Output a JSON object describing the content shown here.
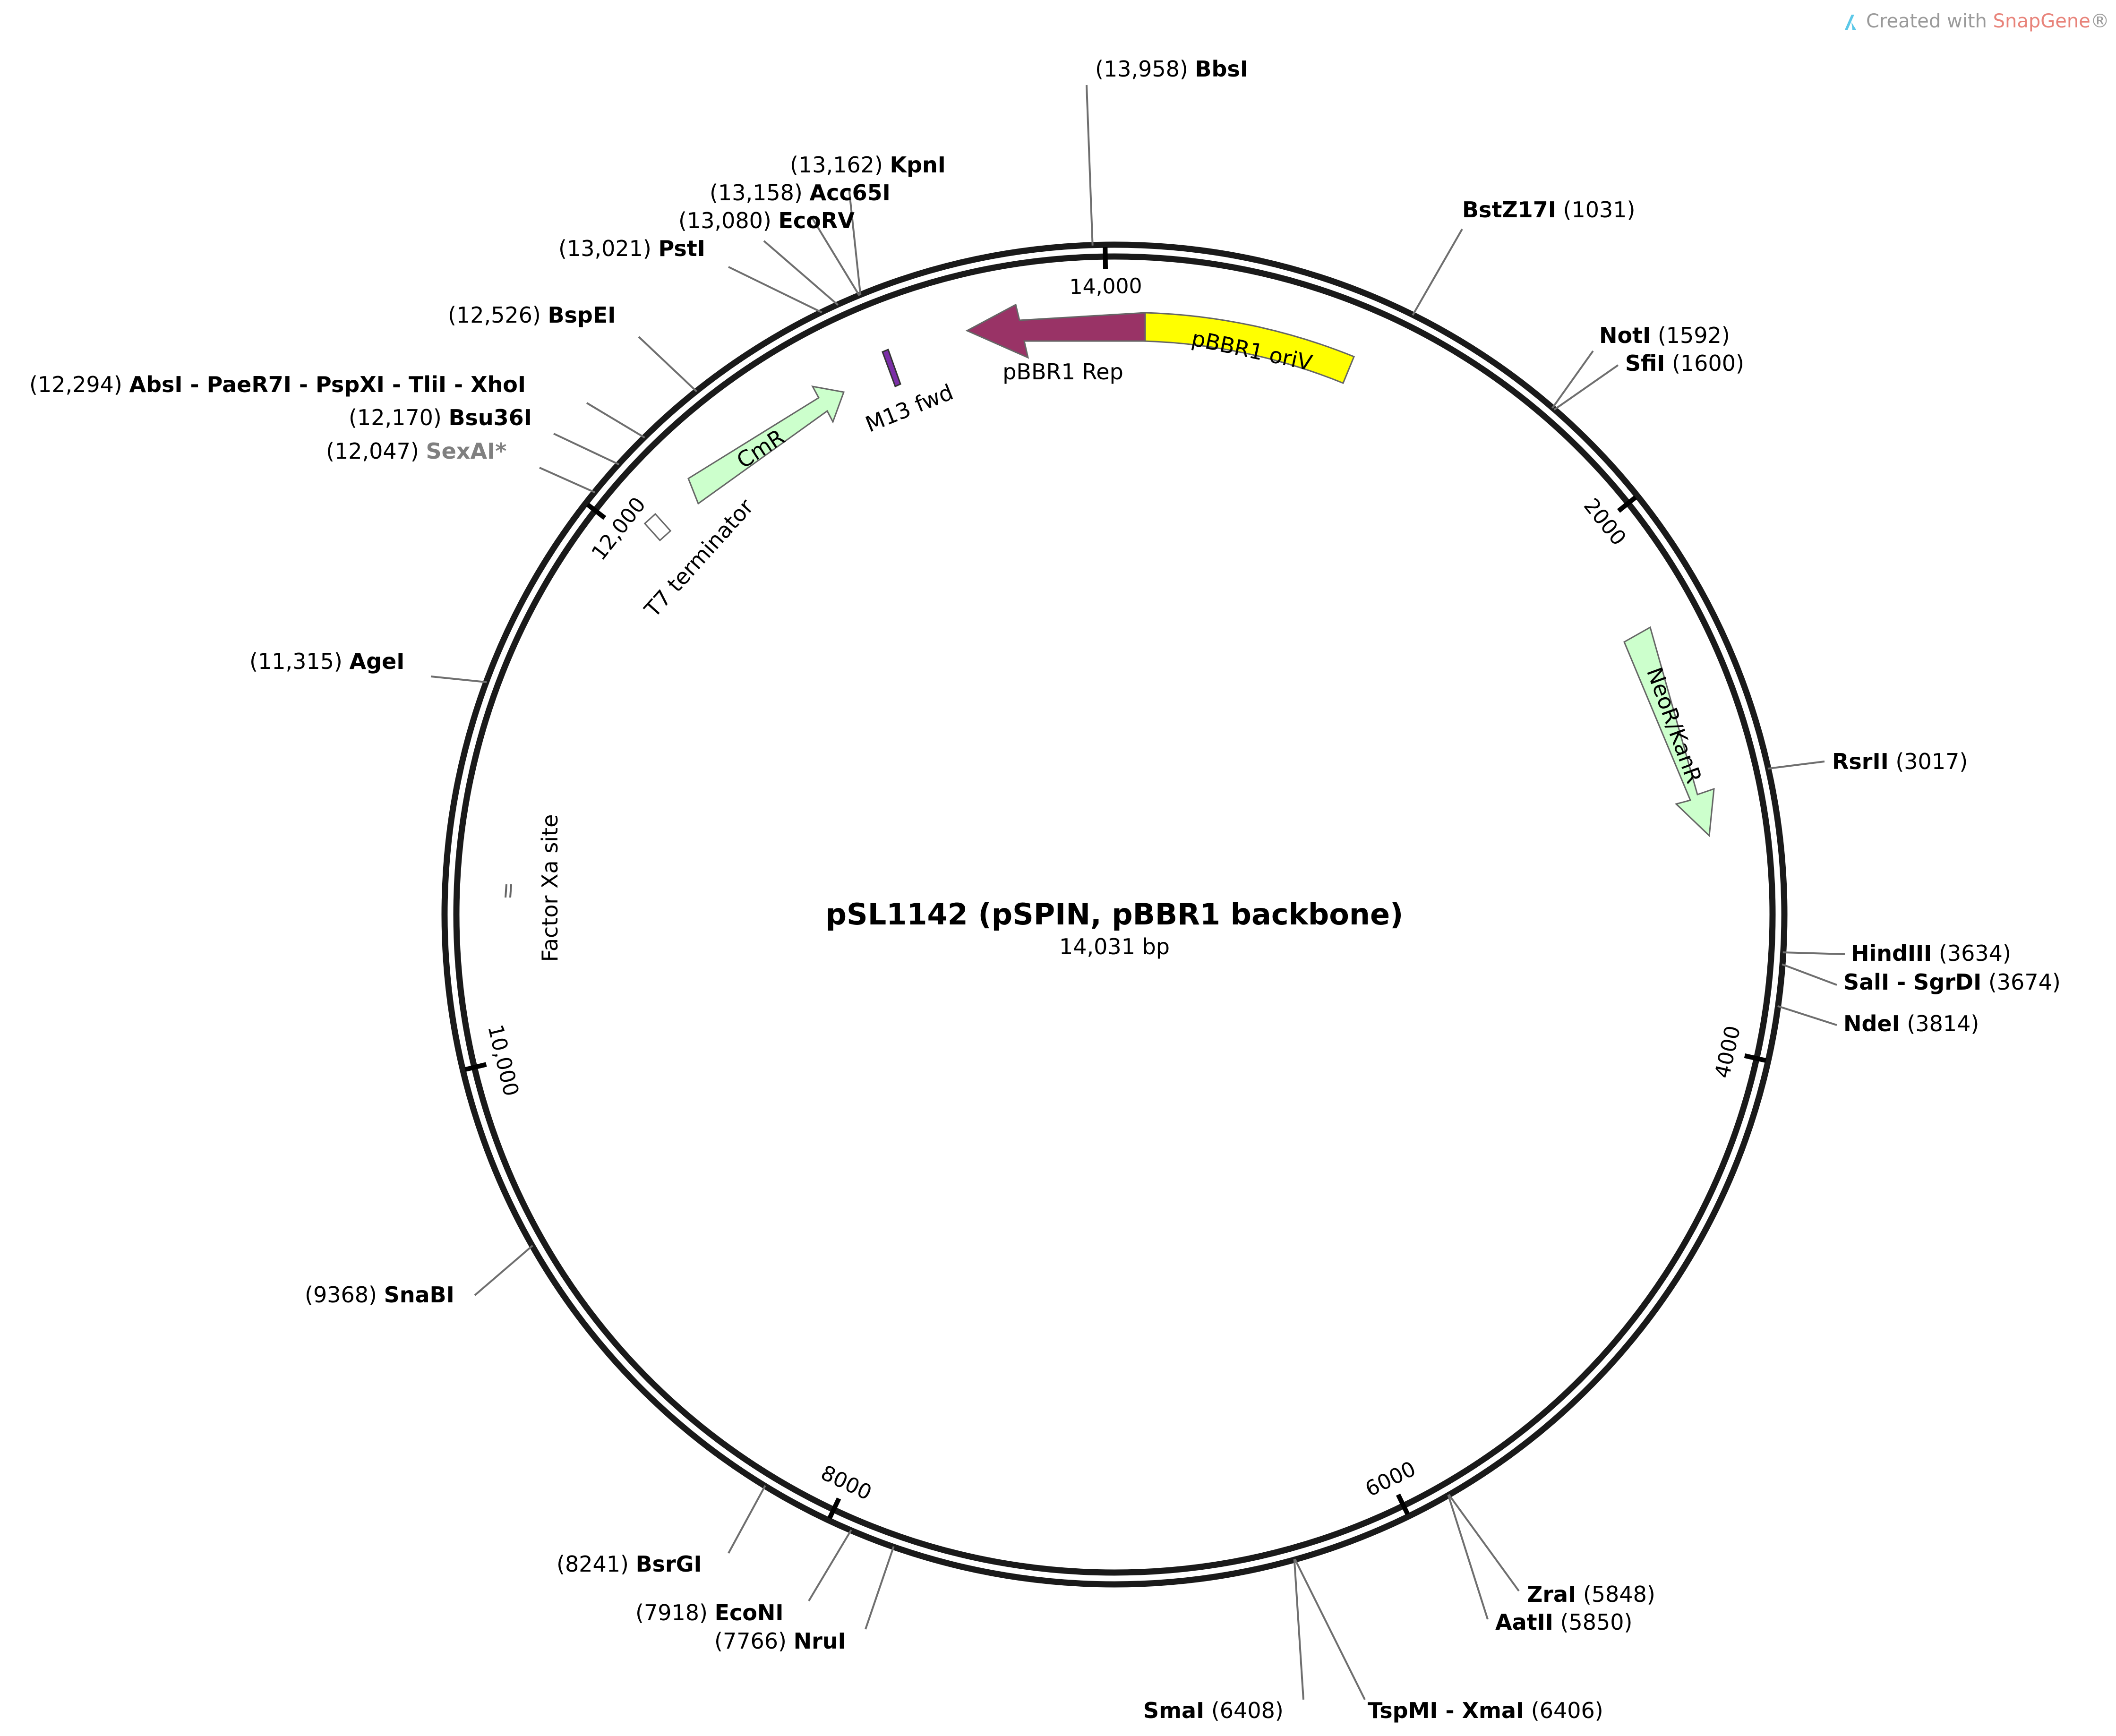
{
  "plasmid": {
    "name": "pSL1142 (pSPIN, pBBR1 backbone)",
    "size_label": "14,031 bp",
    "length": 14031
  },
  "branding": {
    "prefix": "Created with ",
    "product": "SnapGene",
    "suffix": "®",
    "logo_icon": "snapgene-logo-icon"
  },
  "ticks": [
    {
      "pos": 2000,
      "label": "2000"
    },
    {
      "pos": 4000,
      "label": "4000"
    },
    {
      "pos": 6000,
      "label": "6000"
    },
    {
      "pos": 8000,
      "label": "8000"
    },
    {
      "pos": 10000,
      "label": "10,000"
    },
    {
      "pos": 12000,
      "label": "12,000"
    },
    {
      "pos": 14000,
      "label": "14,000"
    }
  ],
  "features": [
    {
      "name": "pBBR1 oriV",
      "start": 0,
      "end": 770,
      "color": "#ffff00",
      "arrow": false
    },
    {
      "name": "pBBR1 Rep",
      "start": 13900,
      "end": 14031,
      "color": "#993366",
      "arrow": true
    },
    {
      "name": "CmR",
      "color": "#ccffcc",
      "arrow": true
    },
    {
      "name": "M13 fwd",
      "color": "#7b2fa7",
      "arrow": false
    },
    {
      "name": "T7 terminator",
      "color": "#ffffff",
      "arrow": false
    },
    {
      "name": "NeoR/KanR",
      "color": "#ccffcc",
      "arrow": true
    },
    {
      "name": "Factor Xa site",
      "color": "#ffffff",
      "arrow": false
    }
  ],
  "sites": [
    {
      "id": "bbsi",
      "pos_label": "(13,958)",
      "name": "BbsI",
      "pos": 13958
    },
    {
      "id": "kpni",
      "pos_label": "(13,162)",
      "name": "KpnI",
      "pos": 13162
    },
    {
      "id": "acc65i",
      "pos_label": "(13,158)",
      "name": "Acc65I",
      "pos": 13158
    },
    {
      "id": "ecorv",
      "pos_label": "(13,080)",
      "name": "EcoRV",
      "pos": 13080
    },
    {
      "id": "psti",
      "pos_label": "(13,021)",
      "name": "PstI",
      "pos": 13021
    },
    {
      "id": "bspei",
      "pos_label": "(12,526)",
      "name": "BspEI",
      "pos": 12526
    },
    {
      "id": "absi",
      "pos_label": "(12,294)",
      "name": "AbsI - PaeR7I - PspXI - TliI - XhoI",
      "pos": 12294
    },
    {
      "id": "bsu36i",
      "pos_label": "(12,170)",
      "name": "Bsu36I",
      "pos": 12170
    },
    {
      "id": "sexai",
      "pos_label": "(12,047)",
      "name": "SexAI*",
      "pos": 12047
    },
    {
      "id": "agei",
      "pos_label": "(11,315)",
      "name": "AgeI",
      "pos": 11315
    },
    {
      "id": "snabi",
      "pos_label": "(9368)",
      "name": "SnaBI",
      "pos": 9368
    },
    {
      "id": "bsrgi",
      "pos_label": "(8241)",
      "name": "BsrGI",
      "pos": 8241
    },
    {
      "id": "econi",
      "pos_label": "(7918)",
      "name": "EcoNI",
      "pos": 7918
    },
    {
      "id": "nrui",
      "pos_label": "(7766)",
      "name": "NruI",
      "pos": 7766
    },
    {
      "id": "smai",
      "pos_label": "(6408)",
      "name": "SmaI",
      "pos": 6408
    },
    {
      "id": "tspmi",
      "pos_label": "(6406)",
      "name": "TspMI - XmaI",
      "pos": 6406
    },
    {
      "id": "aatii",
      "pos_label": "(5850)",
      "name": "AatII",
      "pos": 5850
    },
    {
      "id": "zrai",
      "pos_label": "(5848)",
      "name": "ZraI",
      "pos": 5848
    },
    {
      "id": "ndei",
      "pos_label": "(3814)",
      "name": "NdeI",
      "pos": 3814
    },
    {
      "id": "sali",
      "pos_label": "(3674)",
      "name": "SalI - SgrDI",
      "pos": 3674
    },
    {
      "id": "hindiii",
      "pos_label": "(3634)",
      "name": "HindIII",
      "pos": 3634
    },
    {
      "id": "rsrii",
      "pos_label": "(3017)",
      "name": "RsrII",
      "pos": 3017
    },
    {
      "id": "sfii",
      "pos_label": "(1600)",
      "name": "SfiI",
      "pos": 1600
    },
    {
      "id": "noti",
      "pos_label": "(1592)",
      "name": "NotI",
      "pos": 1592
    },
    {
      "id": "bstz17i",
      "pos_label": "(1031)",
      "name": "BstZ17I",
      "pos": 1031
    }
  ]
}
